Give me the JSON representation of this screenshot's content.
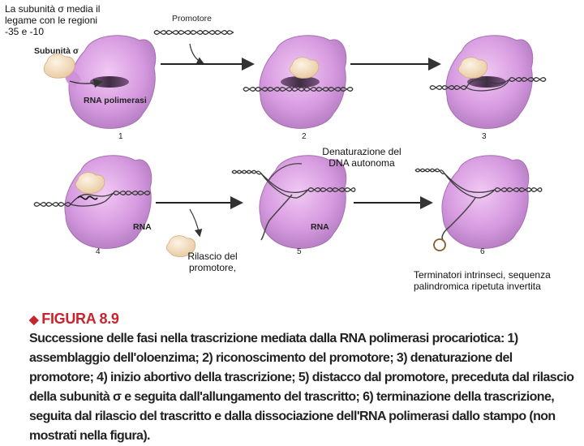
{
  "annotations": {
    "top_left": "La subunità σ media il legame con le regioni -35 e -10",
    "denaturation": "Denaturazione del DNA autonoma",
    "release": "Rilascio del promotore,",
    "terminators": "Terminatori intrinseci, sequenza palindromica ripetuta invertita"
  },
  "labels": {
    "promotore": "Promotore",
    "subunita": "Subunità σ",
    "rna_polimerasi": "RNA polimerasi",
    "rna_4": "RNA",
    "rna_5": "RNA"
  },
  "steps": [
    "1",
    "2",
    "3",
    "4",
    "5",
    "6"
  ],
  "caption": {
    "figure_label": "FIGURA 8.9",
    "text": "Successione delle fasi nella trascrizione mediata dalla RNA polimerasi procariotica: 1) assemblaggio dell'oloenzima; 2) riconoscimento del promotore; 3) denaturazione del promotore; 4) inizio abortivo della trascrizione; 5) distacco dal promotore, preceduta dal rilascio della subunità σ e seguita dall'allungamento del trascritto; 6) terminazione della trascrizione, seguita dal rilascio del trascritto e dalla dissociazione dell'RNA polimerasi dallo stampo (non mostrati nella figura)."
  },
  "colors": {
    "polymerase": "#d79be0",
    "polymerase_dark": "#b874c4",
    "sigma": "#f1dcc0",
    "dna": "#3a3a3a",
    "accent": "#c8242b"
  }
}
